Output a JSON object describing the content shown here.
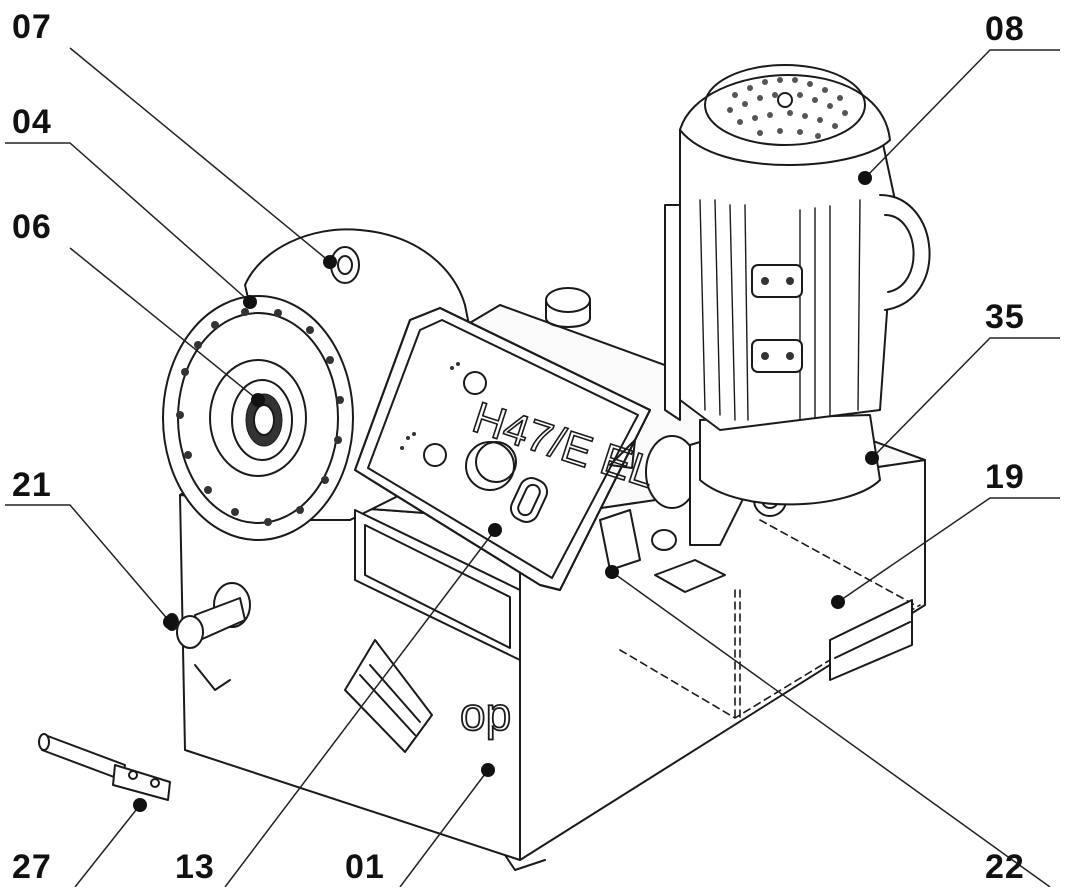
{
  "panel": {
    "model_text": "H47/E EL",
    "brand_text": "op"
  },
  "callouts": [
    {
      "id": "c07",
      "label": "07"
    },
    {
      "id": "c04",
      "label": "04"
    },
    {
      "id": "c06",
      "label": "06"
    },
    {
      "id": "c21",
      "label": "21"
    },
    {
      "id": "c27",
      "label": "27"
    },
    {
      "id": "c13",
      "label": "13"
    },
    {
      "id": "c01",
      "label": "01"
    },
    {
      "id": "c08",
      "label": "08"
    },
    {
      "id": "c35",
      "label": "35"
    },
    {
      "id": "c19",
      "label": "19"
    },
    {
      "id": "c22",
      "label": "22"
    }
  ]
}
